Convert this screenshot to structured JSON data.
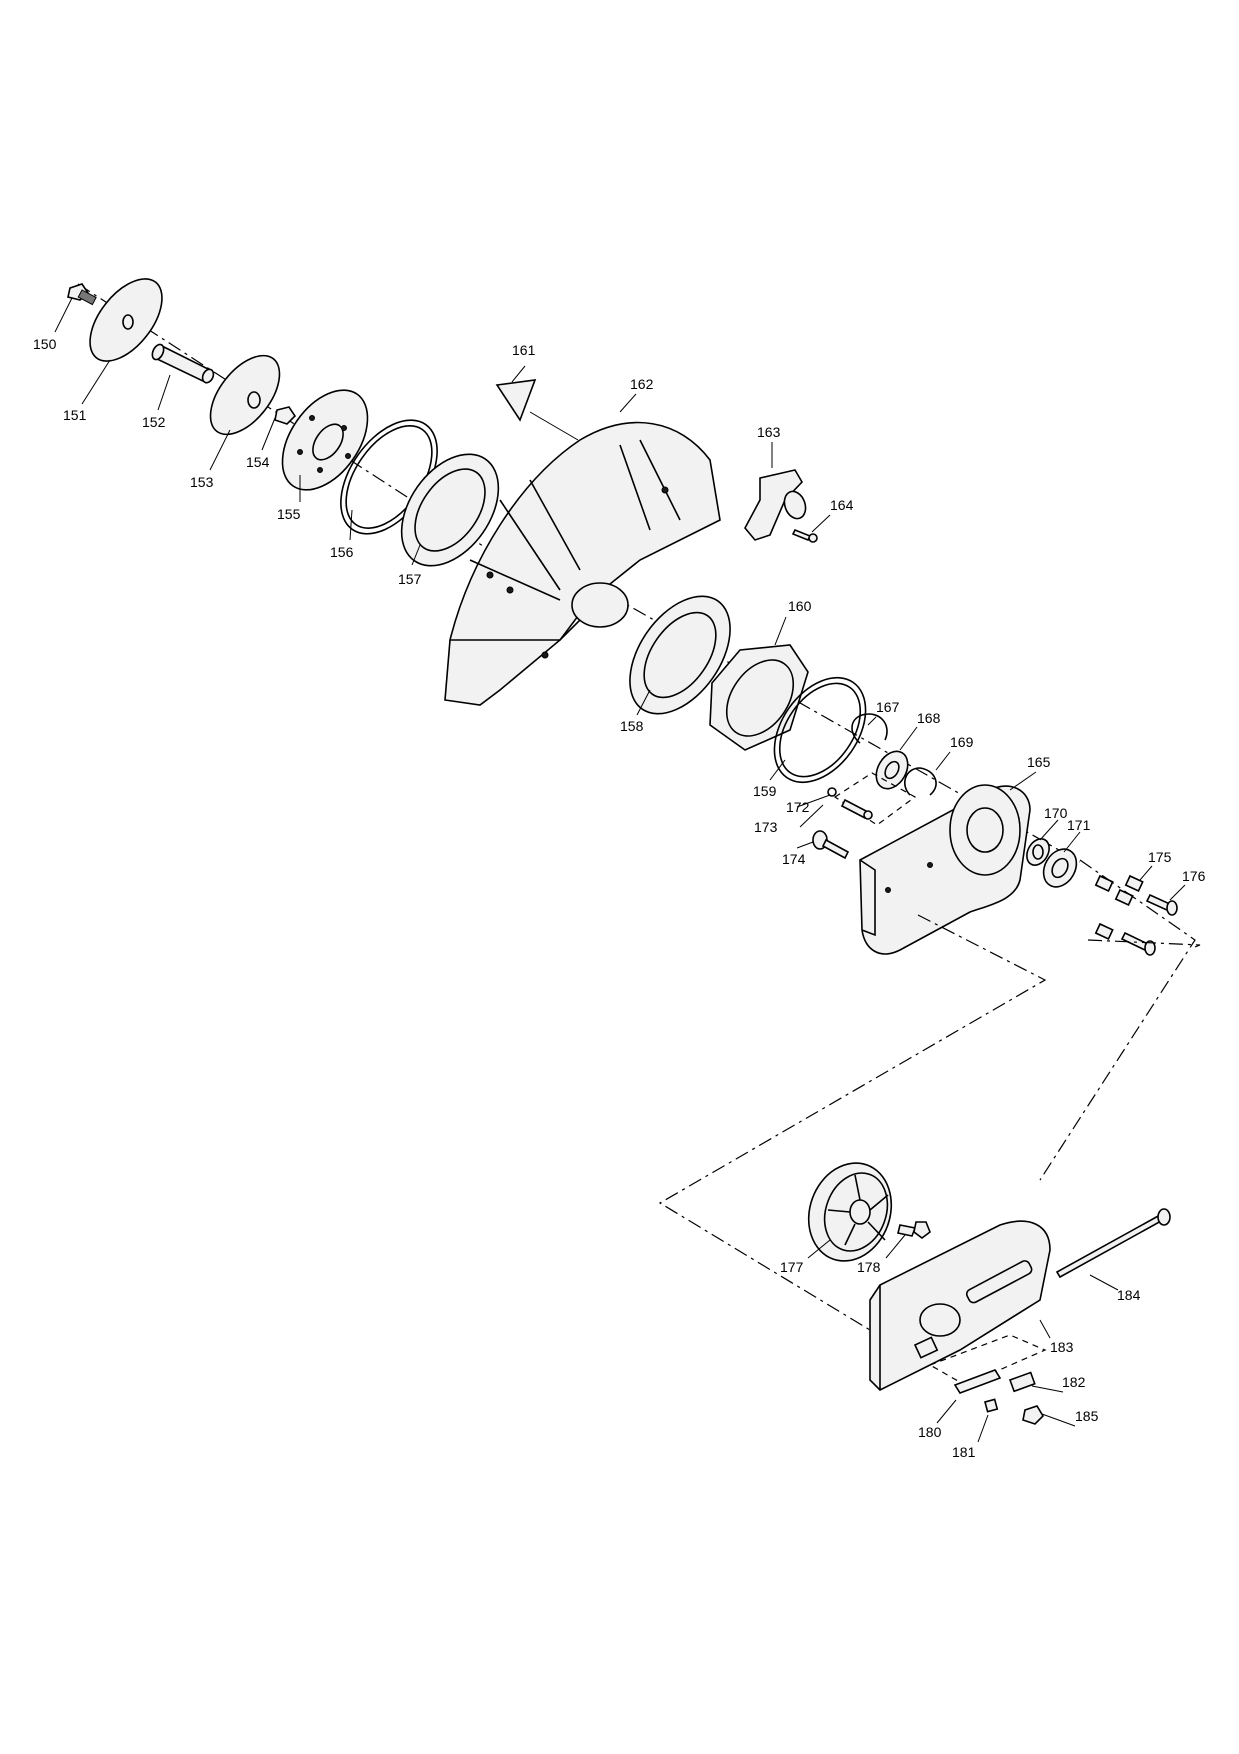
{
  "diagram": {
    "type": "exploded-parts-diagram",
    "callouts": [
      "150",
      "151",
      "152",
      "153",
      "154",
      "155",
      "156",
      "157",
      "158",
      "159",
      "160",
      "161",
      "162",
      "163",
      "164",
      "165",
      "167",
      "168",
      "169",
      "170",
      "171",
      "172",
      "173",
      "174",
      "175",
      "176",
      "177",
      "178",
      "180",
      "181",
      "182",
      "183",
      "184",
      "185"
    ],
    "icons": [
      "bolt-icon",
      "washer-icon",
      "spindle-icon",
      "flange-icon",
      "nut-icon",
      "ring-icon",
      "blade-guard-icon",
      "handle-icon",
      "bearing-icon",
      "pulley-icon",
      "belt-guard-icon",
      "arm-icon",
      "spring-icon"
    ]
  }
}
